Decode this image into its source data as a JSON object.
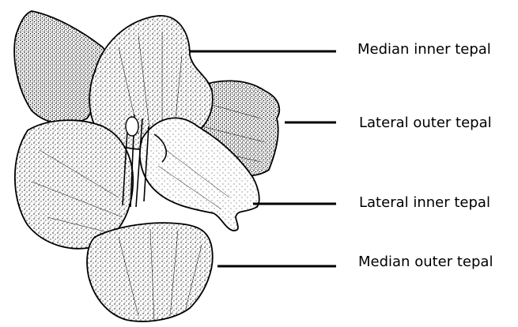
{
  "labels": {
    "median_inner_tepal": "Median inner tepal",
    "lateral_outer_tepal": "Lateral outer tepal",
    "lateral_inner_tepal": "Lateral inner tepal",
    "median_outer_tepal": "Median outer tepal"
  },
  "colors": {
    "ink": "#000000",
    "paper": "#ffffff"
  }
}
